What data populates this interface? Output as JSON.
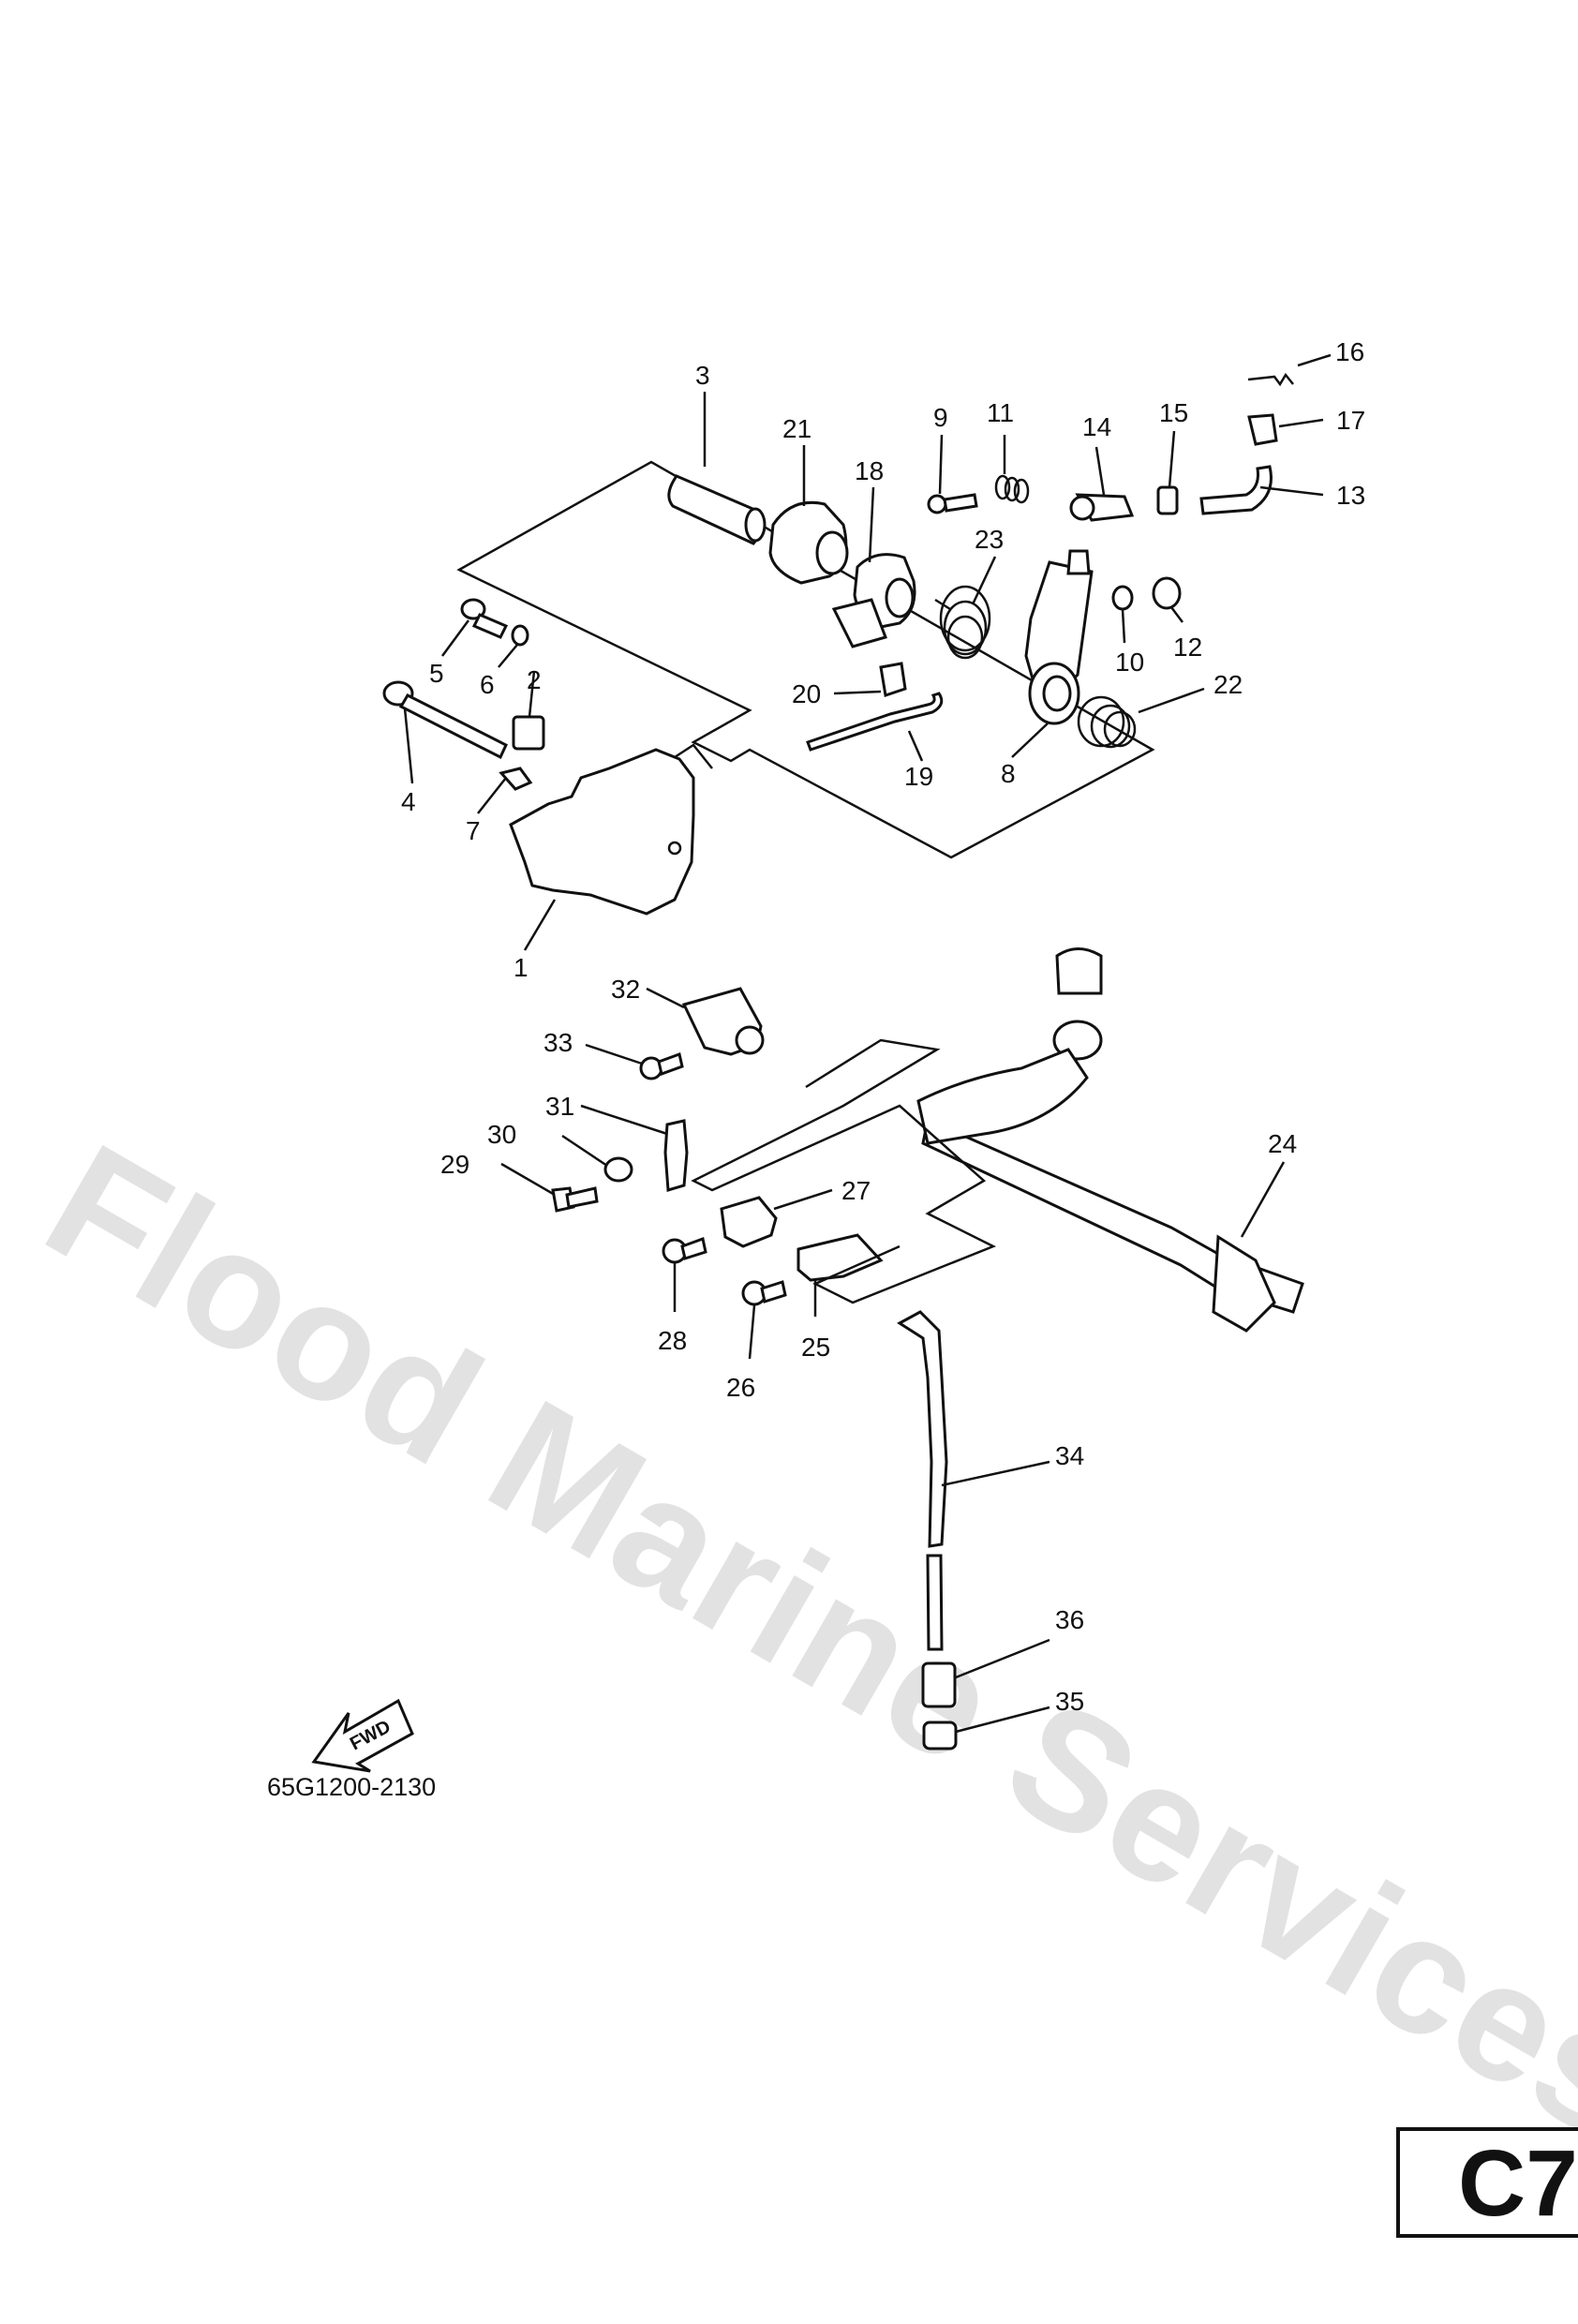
{
  "diagram": {
    "code": "65G1200-2130",
    "page_label": "C7",
    "watermark": "Flood Marine Services",
    "fwd_label": "FWD",
    "callouts": [
      "1",
      "2",
      "3",
      "4",
      "5",
      "6",
      "7",
      "8",
      "9",
      "10",
      "11",
      "12",
      "13",
      "14",
      "15",
      "16",
      "17",
      "18",
      "19",
      "20",
      "21",
      "22",
      "23",
      "24",
      "25",
      "26",
      "27",
      "28",
      "29",
      "30",
      "31",
      "32",
      "33",
      "34",
      "35",
      "36"
    ]
  }
}
